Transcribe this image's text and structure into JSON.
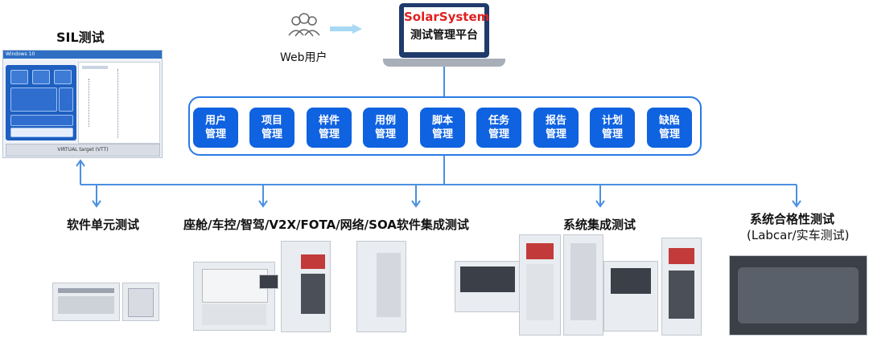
{
  "platform": {
    "brand": "SolarSystem",
    "name": "测试管理平台",
    "brand_color": "#e02020"
  },
  "web_user": {
    "label": "Web用户",
    "icon": "users-icon"
  },
  "modules": [
    {
      "label": "用户\n管理"
    },
    {
      "label": "项目\n管理"
    },
    {
      "label": "样件\n管理"
    },
    {
      "label": "用例\n管理"
    },
    {
      "label": "脚本\n管理"
    },
    {
      "label": "任务\n管理"
    },
    {
      "label": "报告\n管理"
    },
    {
      "label": "计划\n管理"
    },
    {
      "label": "缺陷\n管理"
    }
  ],
  "sil": {
    "title": "SIL测试",
    "window_title": "Windows 10",
    "bottom_bar": "VIRTUAL target (VTT)"
  },
  "categories": {
    "unit": "软件单元测试",
    "integration": "座舱/车控/智驾/V2X/FOTA/网络/SOA软件集成测试",
    "system": "系统集成测试",
    "compliance_line1": "系统合格性测试",
    "compliance_line2": "(Labcar/实车测试)"
  },
  "colors": {
    "accent": "#0f62e0",
    "line": "#4a90e2"
  }
}
